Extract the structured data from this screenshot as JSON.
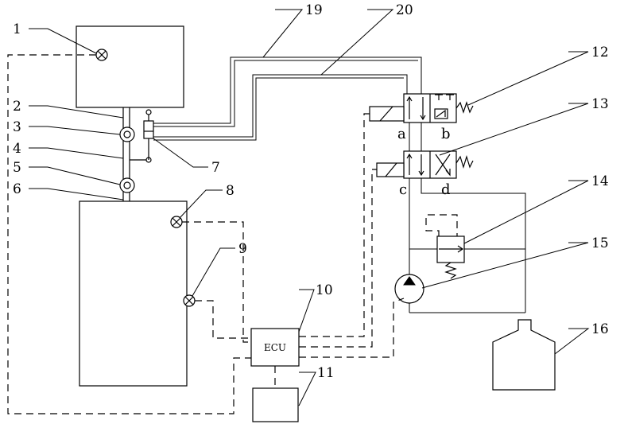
{
  "labels": {
    "n1": "1",
    "n2": "2",
    "n3": "3",
    "n4": "4",
    "n5": "5",
    "n6": "6",
    "n7": "7",
    "n8": "8",
    "n9": "9",
    "n10": "10",
    "n11": "11",
    "n12": "12",
    "n13": "13",
    "n14": "14",
    "n15": "15",
    "n16": "16",
    "n19": "19",
    "n20": "20"
  },
  "ports": {
    "a": "a",
    "b": "b",
    "c": "c",
    "d": "d"
  },
  "ecu": {
    "label": "ECU"
  }
}
